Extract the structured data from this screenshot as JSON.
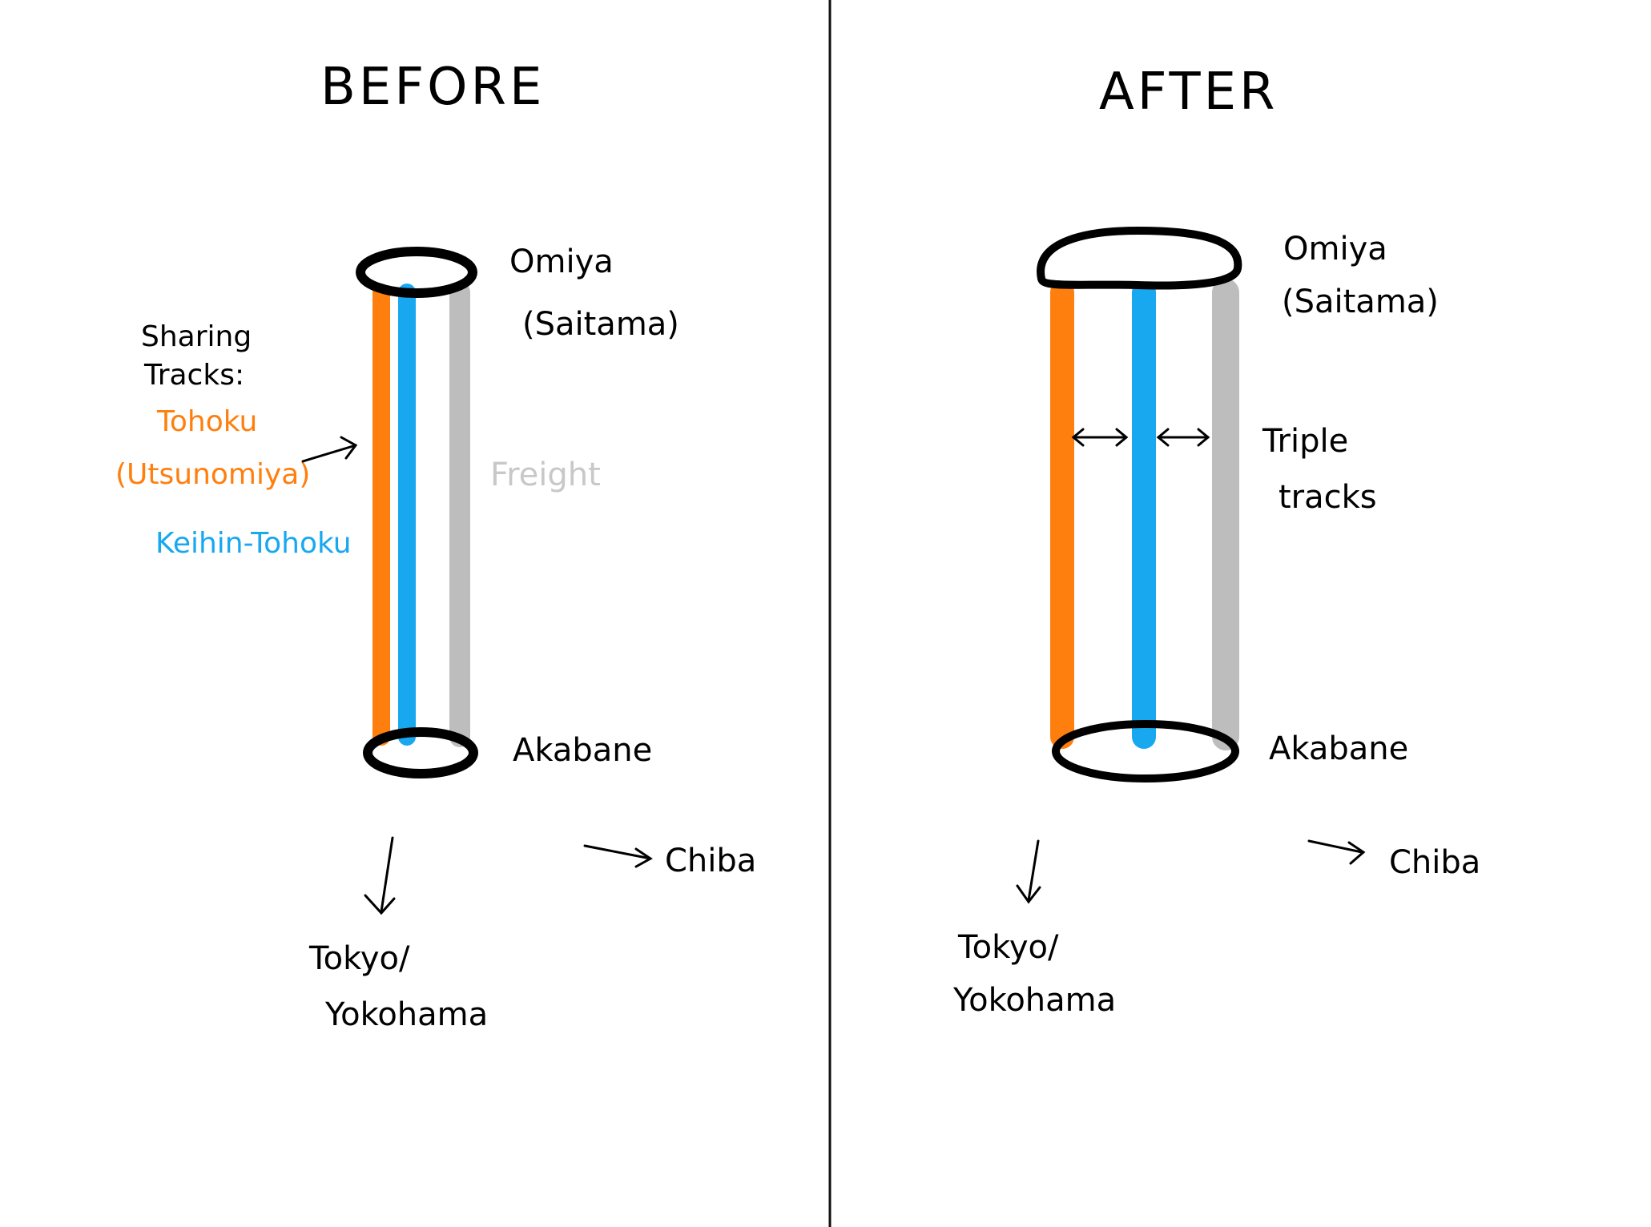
{
  "colors": {
    "tohoku": "#ff7f0e",
    "keihin_tohoku": "#18a8f0",
    "freight": "#bdbdbd",
    "ink": "#000000",
    "freight_text": "#c8c8c8"
  },
  "before": {
    "title": "BEFORE",
    "station_top": "Omiya",
    "station_top_sub": "(Saitama)",
    "station_bottom": "Akabane",
    "sharing_line1": "Sharing",
    "sharing_line2": "Tracks:",
    "tohoku_label": "Tohoku",
    "utsunomiya_label": "(Utsunomiya)",
    "keihin_label": "Keihin-Tohoku",
    "freight_label": "Freight",
    "chiba_label": "Chiba",
    "tokyo_line1": "Tokyo/",
    "tokyo_line2": "Yokohama"
  },
  "after": {
    "title": "AFTER",
    "station_top": "Omiya",
    "station_top_sub": "(Saitama)",
    "station_bottom": "Akabane",
    "triple_line1": "Triple",
    "triple_line2": "tracks",
    "chiba_label": "Chiba",
    "tokyo_line1": "Tokyo/",
    "tokyo_line2": "Yokohama"
  }
}
